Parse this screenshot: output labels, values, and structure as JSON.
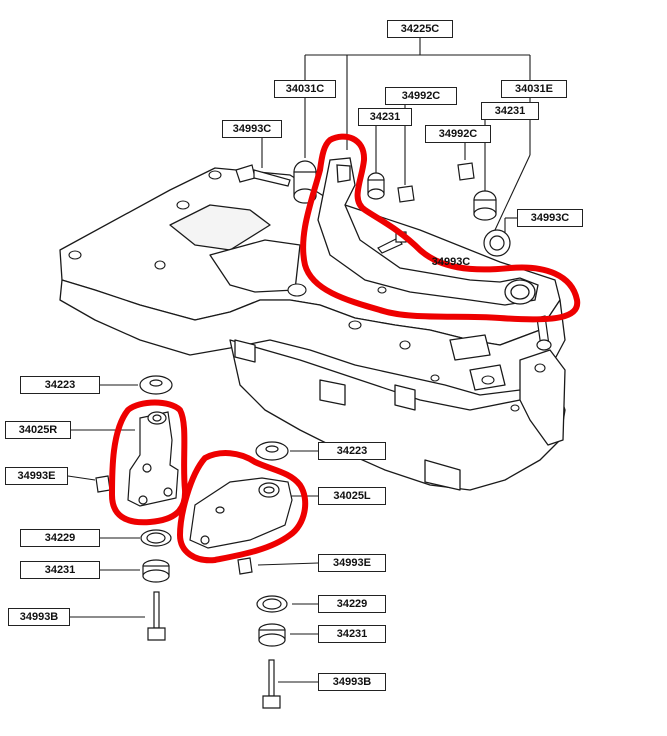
{
  "diagram": {
    "labels": {
      "assembly": "34225C",
      "bush_left_top": "34031C",
      "bush_right_top": "34031E",
      "bolt_left_top": "34993C",
      "cap_a": "34992C",
      "cap_b": "34992C",
      "bush_small_a": "34231",
      "bush_small_b": "34231",
      "bolt_right": "34993C",
      "bolt_arm": "34993C",
      "mount_washer_left": "34223",
      "mount_right_bracket": "34025R",
      "bolt_e_left": "34993E",
      "mount_bush_left": "34229",
      "mount_collar_left": "34231",
      "bolt_b_left": "34993B",
      "mount_washer_right": "34223",
      "mount_left_bracket": "34025L",
      "bolt_e_right": "34993E",
      "mount_bush_right": "34229",
      "mount_collar_right": "34231",
      "bolt_b_right": "34993B"
    },
    "highlight_color": "#ee0000",
    "line_color": "#1a1a1a"
  }
}
